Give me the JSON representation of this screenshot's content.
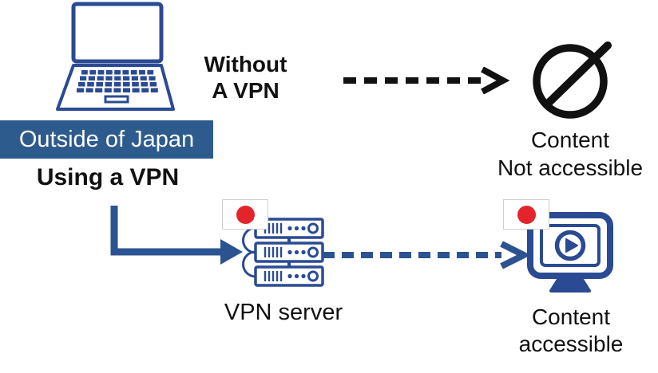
{
  "diagram": {
    "top_row": {
      "device_label": "Outside of Japan",
      "path_label_line1": "Without",
      "path_label_line2": "A VPN",
      "result_line1": "Content",
      "result_line2": "Not accessible"
    },
    "bottom_row": {
      "path_label": "Using a VPN",
      "server_label": "VPN server",
      "result_line1": "Content",
      "result_line2": "accessible"
    },
    "icons": {
      "laptop": "laptop-icon",
      "prohibition": "prohibition-icon",
      "server_flag": "japan-flag-icon",
      "monitor_flag": "japan-flag-icon",
      "server": "server-rack-icon",
      "monitor": "video-monitor-icon",
      "no_vpn_arrow": "dashed-arrow-right-icon",
      "vpn_elbow_arrow": "elbow-arrow-icon",
      "vpn_dashed_arrow": "dashed-arrow-right-icon"
    },
    "colors": {
      "icon_navy": "#2A4B93",
      "arrow_blue": "#2B5391",
      "banner_blue": "#2E5B8E",
      "flag_red": "#E3242B",
      "ink": "#111111",
      "flag_border": "#CFCFCF"
    }
  }
}
